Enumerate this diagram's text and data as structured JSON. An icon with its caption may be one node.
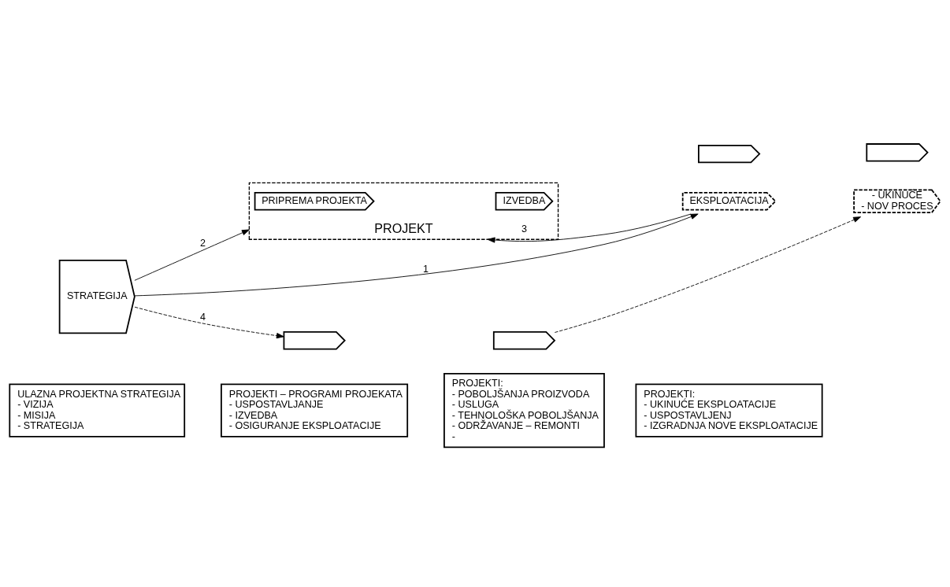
{
  "diagram": {
    "nodes": [
      {
        "text": [
          "STRATEGIJA"
        ]
      },
      {
        "text": [
          "PROJEKT"
        ]
      },
      {
        "text": [
          "PRIPREMA PROJEKTA"
        ],
        "in": 1
      },
      {
        "text": [
          "IZVEDBA"
        ],
        "in": 1
      },
      {
        "text": [
          "EKSPLOATACIJA"
        ]
      },
      {
        "text": [
          "- UKINUĆE",
          "- NOV PROCES"
        ]
      },
      {
        "text": [],
        "shape": "arrow"
      },
      {
        "text": [],
        "shape": "arrow"
      },
      {
        "text": [],
        "shape": "arrow"
      },
      {
        "text": [],
        "shape": "arrow"
      },
      {
        "text": [
          "ULAZNA PROJEKTNA STRATEGIJA",
          "- VIZIJA",
          "- MISIJA",
          "- STRATEGIJA"
        ]
      },
      {
        "text": [
          "PROJEKTI – PROGRAMI PROJEKATA",
          "- USPOSTAVLJANJE",
          "- IZVEDBA",
          "- OSIGURANJE EKSPLOATACIJE"
        ]
      },
      {
        "text": [
          "PROJEKTI:",
          "- POBOLJŠANJA PROIZVODA",
          "- USLUGA",
          "- TEHNOLOŠKA POBOLJŠANJA",
          "- ODRŽAVANJE – REMONTI",
          "-"
        ]
      },
      {
        "text": [
          "PROJEKTI:",
          "- UKINUĆE EKSPLOATACIJE",
          "- USPOSTAVLJENJ",
          "- IZGRADNJA NOVE EKSPLOATACIJE"
        ]
      }
    ],
    "edges": [
      {
        "from": 0,
        "to": 4,
        "arrow": "to",
        "label": "1"
      },
      {
        "from": 0,
        "to": 1,
        "arrow": "to",
        "label": "2"
      },
      {
        "from": 4,
        "to": 1,
        "arrow": "to",
        "label": "3"
      },
      {
        "from": 0,
        "to": 8,
        "arrow": "to",
        "label": "4",
        "style": "dashed"
      },
      {
        "from": 9,
        "to": 5,
        "arrow": "to",
        "style": "dashed"
      }
    ]
  }
}
